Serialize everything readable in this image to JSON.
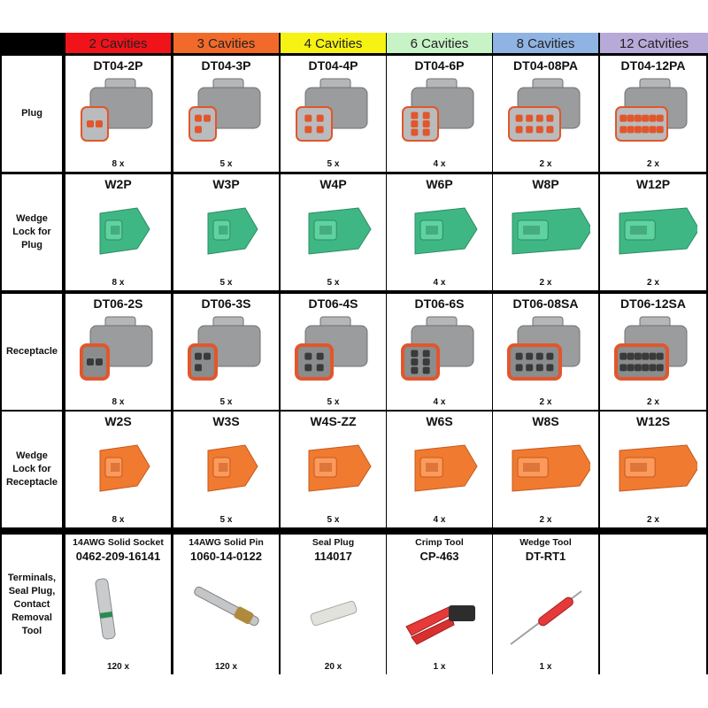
{
  "headers": [
    {
      "label": "2 Cavities",
      "color": "#f0131a"
    },
    {
      "label": "3 Cavities",
      "color": "#f26a2a"
    },
    {
      "label": "4 Cavities",
      "color": "#f6f213"
    },
    {
      "label": "6 Cavities",
      "color": "#c7f3c7"
    },
    {
      "label": "8 Cavities",
      "color": "#8fb3e3"
    },
    {
      "label": "12 Catvities",
      "color": "#b8aad8"
    }
  ],
  "rows": [
    {
      "label": "Plug",
      "cells": [
        {
          "part": "DT04-2P",
          "qty": "8 x"
        },
        {
          "part": "DT04-3P",
          "qty": "5 x"
        },
        {
          "part": "DT04-4P",
          "qty": "5 x"
        },
        {
          "part": "DT04-6P",
          "qty": "4 x"
        },
        {
          "part": "DT04-08PA",
          "qty": "2 x"
        },
        {
          "part": "DT04-12PA",
          "qty": "2 x"
        }
      ]
    },
    {
      "label": "Wedge\nLock for\nPlug",
      "cells": [
        {
          "part": "W2P",
          "qty": "8 x"
        },
        {
          "part": "W3P",
          "qty": "5 x"
        },
        {
          "part": "W4P",
          "qty": "5 x"
        },
        {
          "part": "W6P",
          "qty": "4 x"
        },
        {
          "part": "W8P",
          "qty": "2 x"
        },
        {
          "part": "W12P",
          "qty": "2 x"
        }
      ]
    },
    {
      "label": "Receptacle",
      "cells": [
        {
          "part": "DT06-2S",
          "qty": "8 x"
        },
        {
          "part": "DT06-3S",
          "qty": "5 x"
        },
        {
          "part": "DT06-4S",
          "qty": "5 x"
        },
        {
          "part": "DT06-6S",
          "qty": "4 x"
        },
        {
          "part": "DT06-08SA",
          "qty": "2 x"
        },
        {
          "part": "DT06-12SA",
          "qty": "2 x"
        }
      ]
    },
    {
      "label": "Wedge\nLock for\nReceptacle",
      "cells": [
        {
          "part": "W2S",
          "qty": "8 x"
        },
        {
          "part": "W3S",
          "qty": "5 x"
        },
        {
          "part": "W4S-ZZ",
          "qty": "5 x"
        },
        {
          "part": "W6S",
          "qty": "4 x"
        },
        {
          "part": "W8S",
          "qty": "2 x"
        },
        {
          "part": "W12S",
          "qty": "2 x"
        }
      ]
    }
  ],
  "bottom": {
    "label": "Terminals,\nSeal Plug,\nContact\nRemoval\nTool",
    "cells": [
      {
        "caption": "14AWG Solid Socket",
        "part": "0462-209-16141",
        "qty": "120 x"
      },
      {
        "caption": "14AWG Solid Pin",
        "part": "1060-14-0122",
        "qty": "120 x"
      },
      {
        "caption": "Seal Plug",
        "part": "114017",
        "qty": "20 x"
      },
      {
        "caption": "Crimp Tool",
        "part": "CP-463",
        "qty": "1 x"
      },
      {
        "caption": "Wedge Tool",
        "part": "DT-RT1",
        "qty": "1 x"
      },
      {
        "caption": "",
        "part": "",
        "qty": ""
      }
    ]
  },
  "colors": {
    "connector_gray": "#9a9c9e",
    "seal_orange": "#e2562b",
    "wedge_green": "#3fb784",
    "wedge_orange": "#f07a30",
    "tool_red": "#e63a3a"
  }
}
